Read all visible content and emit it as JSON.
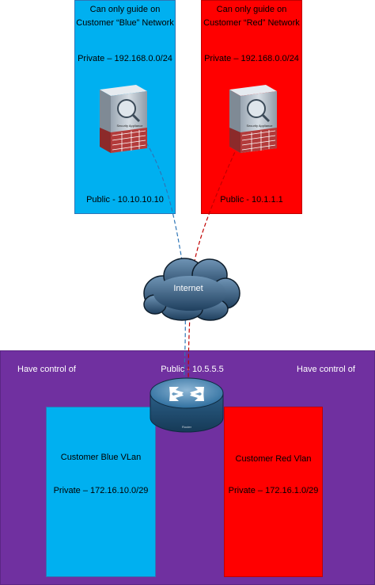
{
  "blue_network": {
    "line1": "Can only guide on",
    "line2": "Customer “Blue” Network",
    "private": "Private – 192.168.0.0/24",
    "public": "Public - 10.10.10.10",
    "fill": "#00b0f0"
  },
  "red_network": {
    "line1": "Can only guide on",
    "line2": "Customer “Red” Network",
    "private": "Private – 192.168.0.0/24",
    "public": "Public - 10.1.1.1",
    "fill": "#ff0000"
  },
  "appliance_label": "Security Appliance",
  "cloud_label": "Internet",
  "controlled_zone": {
    "left_label": "Have control of",
    "right_label": "Have control of",
    "public": "Public - 10.5.5.5",
    "fill": "#7030a0"
  },
  "router_label": "Router",
  "blue_vlan": {
    "name": "Customer Blue VLan",
    "private": "Private – 172.16.10.0/29"
  },
  "red_vlan": {
    "name": "Customer Red Vlan",
    "private": "Private – 172.16.1.0/29"
  },
  "icons": [
    "security-appliance-icon",
    "internet-cloud-icon",
    "router-icon"
  ],
  "link_colors": {
    "blue": "#2e75b6",
    "red": "#c00000"
  }
}
